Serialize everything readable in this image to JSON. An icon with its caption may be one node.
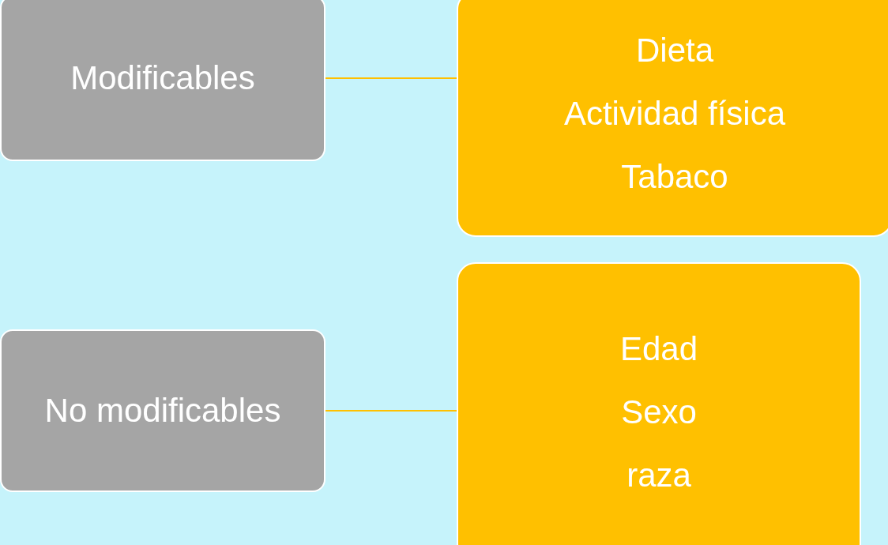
{
  "diagram": {
    "nodes": [
      {
        "text": [
          "Modificables"
        ]
      },
      {
        "text": [
          "Dieta",
          "Actividad física",
          "Tabaco"
        ]
      },
      {
        "text": [
          "No modificables"
        ]
      },
      {
        "text": [
          "Edad",
          "Sexo",
          "raza"
        ]
      }
    ],
    "edges": [
      {
        "from": 0,
        "to": 1,
        "arrow": "none"
      },
      {
        "from": 2,
        "to": 3,
        "arrow": "none"
      }
    ]
  }
}
